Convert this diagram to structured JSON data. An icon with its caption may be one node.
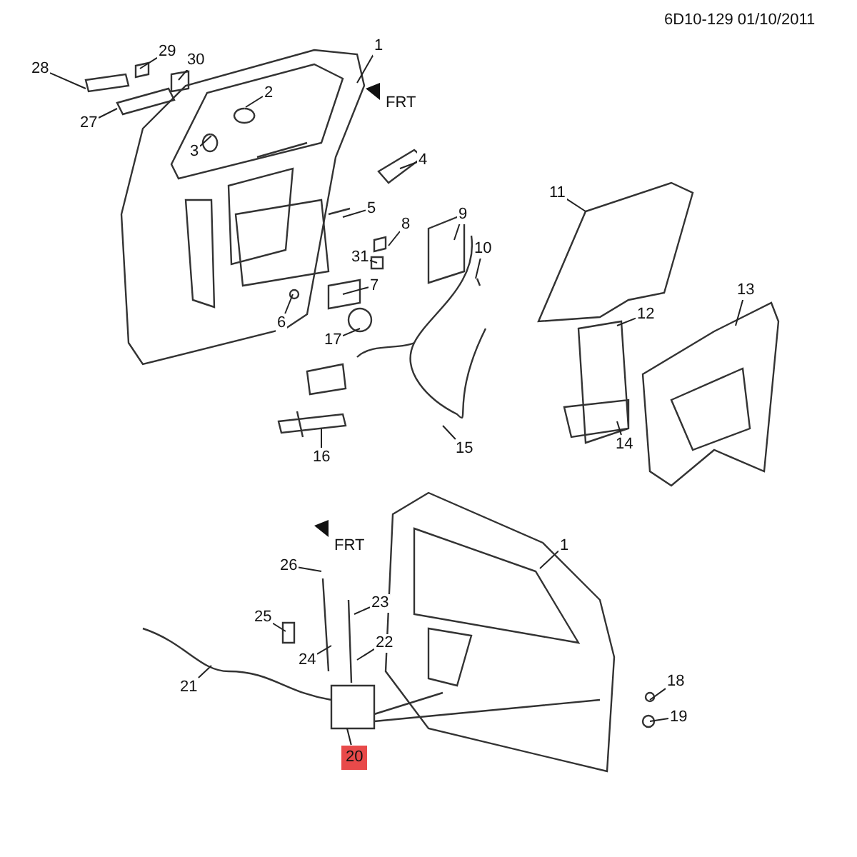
{
  "diagram": {
    "nodes": [
      {
        "text": [
          "1"
        ]
      },
      {
        "text": [
          "28"
        ]
      },
      {
        "text": [
          "29"
        ]
      },
      {
        "text": [
          "30"
        ]
      },
      {
        "text": [
          "27"
        ]
      },
      {
        "text": [
          "2"
        ]
      },
      {
        "text": [
          "3"
        ]
      },
      {
        "text": [
          "4"
        ]
      },
      {
        "text": [
          "5"
        ]
      },
      {
        "text": [
          "8"
        ]
      },
      {
        "text": [
          "31"
        ]
      },
      {
        "text": [
          "9"
        ]
      },
      {
        "text": [
          "10"
        ]
      },
      {
        "text": [
          "11"
        ]
      },
      {
        "text": [
          "7"
        ]
      },
      {
        "text": [
          "6"
        ]
      },
      {
        "text": [
          "17"
        ]
      },
      {
        "text": [
          "12"
        ]
      },
      {
        "text": [
          "13"
        ]
      },
      {
        "text": [
          "14"
        ]
      },
      {
        "text": [
          "16"
        ]
      },
      {
        "text": [
          "15"
        ]
      },
      {
        "text": [
          "26"
        ]
      },
      {
        "text": [
          "1"
        ]
      },
      {
        "text": [
          "25"
        ]
      },
      {
        "text": [
          "23"
        ]
      },
      {
        "text": [
          "24"
        ]
      },
      {
        "text": [
          "22"
        ]
      },
      {
        "text": [
          "21"
        ]
      },
      {
        "text": [
          "18"
        ]
      },
      {
        "text": [
          "19"
        ]
      },
      {
        "text": [
          "20"
        ]
      }
    ],
    "edges": [
      {
        "from": 0,
        "to": null,
        "arrow": "none"
      },
      {
        "from": 1,
        "to": null,
        "arrow": "none"
      },
      {
        "from": 2,
        "to": null,
        "arrow": "none"
      },
      {
        "from": 3,
        "to": null,
        "arrow": "none"
      },
      {
        "from": 4,
        "to": null,
        "arrow": "none"
      },
      {
        "from": 5,
        "to": null,
        "arrow": "none"
      },
      {
        "from": 6,
        "to": null,
        "arrow": "none"
      },
      {
        "from": 7,
        "to": null,
        "arrow": "none"
      },
      {
        "from": 8,
        "to": null,
        "arrow": "none"
      },
      {
        "from": 9,
        "to": null,
        "arrow": "none"
      },
      {
        "from": 10,
        "to": null,
        "arrow": "none"
      },
      {
        "from": 11,
        "to": null,
        "arrow": "none"
      },
      {
        "from": 12,
        "to": null,
        "arrow": "none"
      },
      {
        "from": 13,
        "to": null,
        "arrow": "none"
      },
      {
        "from": 14,
        "to": null,
        "arrow": "none"
      },
      {
        "from": 15,
        "to": null,
        "arrow": "none"
      },
      {
        "from": 16,
        "to": null,
        "arrow": "none"
      },
      {
        "from": 17,
        "to": null,
        "arrow": "none"
      },
      {
        "from": 18,
        "to": null,
        "arrow": "none"
      },
      {
        "from": 19,
        "to": null,
        "arrow": "none"
      },
      {
        "from": 20,
        "to": null,
        "arrow": "none"
      },
      {
        "from": 21,
        "to": null,
        "arrow": "none"
      },
      {
        "from": 22,
        "to": null,
        "arrow": "none"
      },
      {
        "from": 23,
        "to": null,
        "arrow": "none"
      },
      {
        "from": 24,
        "to": null,
        "arrow": "none"
      },
      {
        "from": 25,
        "to": null,
        "arrow": "none"
      },
      {
        "from": 26,
        "to": null,
        "arrow": "none"
      },
      {
        "from": 27,
        "to": null,
        "arrow": "none"
      },
      {
        "from": 28,
        "to": null,
        "arrow": "none"
      },
      {
        "from": 29,
        "to": null,
        "arrow": "none"
      },
      {
        "from": 30,
        "to": null,
        "arrow": "none"
      },
      {
        "from": 31,
        "to": null,
        "arrow": "none"
      }
    ],
    "labels": [
      "6D10-129 01/10/2011",
      "FRT",
      "FRT"
    ]
  }
}
